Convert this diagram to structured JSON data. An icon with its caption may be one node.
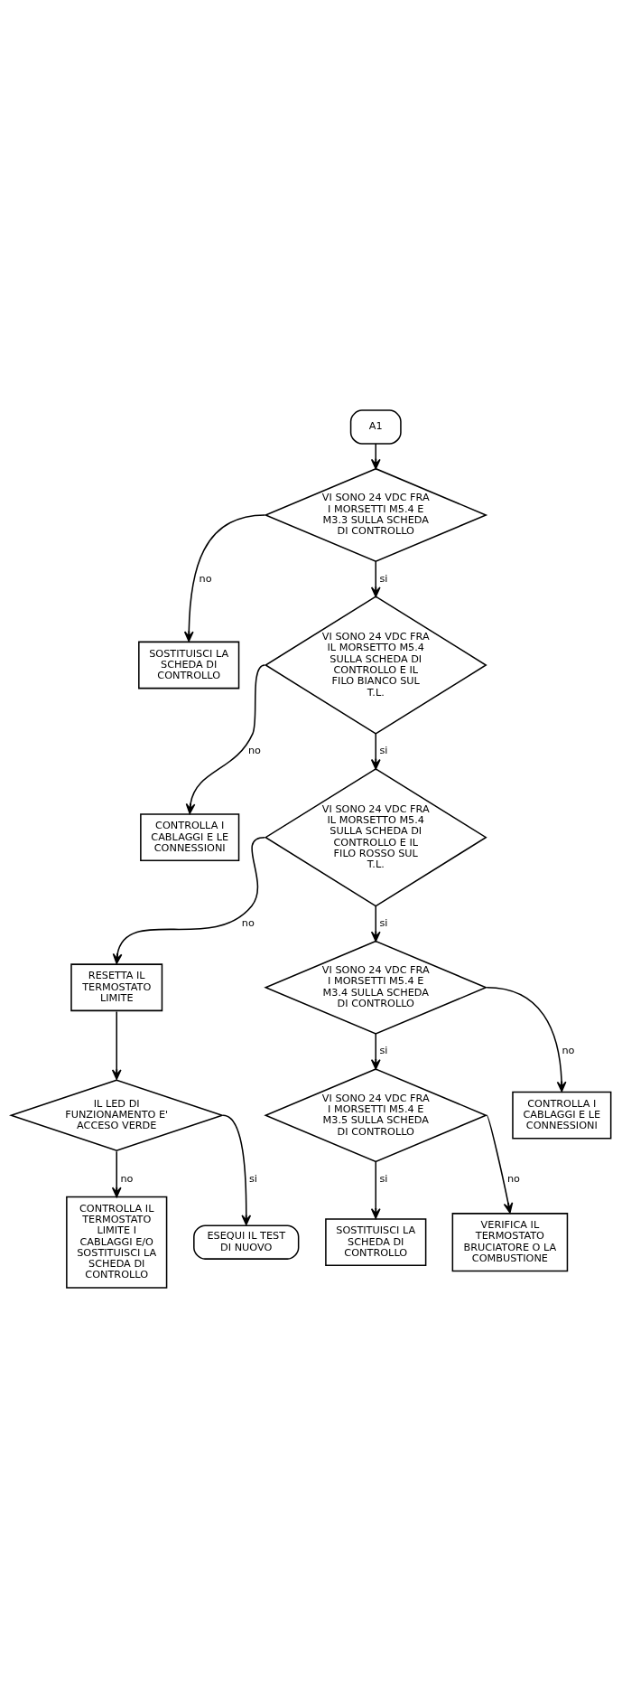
{
  "diagram": {
    "nodes": [
      {
        "text": [
          "A1"
        ]
      },
      {
        "text": [
          "VI SONO 24 VDC FRA I MORSETTI M5.4 E M3.3 SULLA SCHEDA DI CONTROLLO"
        ]
      },
      {
        "text": [
          "SOSTITUISCI LA SCHEDA DI CONTROLLO"
        ]
      },
      {
        "text": [
          "VI SONO 24 VDC FRA IL MORSETTO M5.4 SULLA SCHEDA DI CONTROLLO E IL FILO BIANCO SUL T.L."
        ]
      },
      {
        "text": [
          "CONTROLLA I CABLAGGI E LE CONNESSIONI"
        ]
      },
      {
        "text": [
          "VI SONO 24 VDC FRA IL MORSETTO M5.4 SULLA SCHEDA DI CONTROLLO E IL FILO ROSSO SUL T.L."
        ]
      },
      {
        "text": [
          "VI SONO 24 VDC FRA I MORSETTI M5.4 E M3.4 SULLA SCHEDA DI CONTROLLO"
        ]
      },
      {
        "text": [
          "CONTROLLA I CABLAGGI E LE CONNESSIONI"
        ]
      },
      {
        "text": [
          "RESETTA IL TERMOSTATO LIMITE"
        ]
      },
      {
        "text": [
          "VI SONO 24 VDC FRA I MORSETTI M5.4 E M3.5 SULLA SCHEDA DI CONTROLLO"
        ]
      },
      {
        "text": [
          "VERIFICA IL TERMOSTATO BRUCIATORE O LA COMBUSTIONE"
        ]
      },
      {
        "text": [
          "SOSTITUISCI LA SCHEDA DI CONTROLLO"
        ]
      },
      {
        "text": [
          "IL LED DI FUNZIONAMENTO E' ACCESO VERDE"
        ]
      },
      {
        "text": [
          "ESEQUI IL TEST DI NUOVO"
        ]
      },
      {
        "text": [
          "CONTROLLA IL TERMOSTATO LIMITE I CABLAGGI E/O SOSTITUISCI LA SCHEDA DI CONTROLLO"
        ]
      }
    ],
    "edges": [
      {
        "from": 0,
        "to": 1,
        "arrow": "to"
      },
      {
        "from": 1,
        "to": 2,
        "label": "no",
        "arrow": "to"
      },
      {
        "from": 1,
        "to": 3,
        "label": "si",
        "arrow": "to"
      },
      {
        "from": 3,
        "to": 4,
        "label": "no",
        "arrow": "to"
      },
      {
        "from": 3,
        "to": 5,
        "label": "si",
        "arrow": "to"
      },
      {
        "from": 5,
        "to": 8,
        "label": "no",
        "arrow": "to"
      },
      {
        "from": 5,
        "to": 6,
        "label": "si",
        "arrow": "to"
      },
      {
        "from": 6,
        "to": 7,
        "label": "no",
        "arrow": "to"
      },
      {
        "from": 6,
        "to": 9,
        "label": "si",
        "arrow": "to"
      },
      {
        "from": 9,
        "to": 10,
        "label": "no",
        "arrow": "to"
      },
      {
        "from": 9,
        "to": 11,
        "label": "si",
        "arrow": "to"
      },
      {
        "from": 8,
        "to": 12,
        "arrow": "to"
      },
      {
        "from": 12,
        "to": 13,
        "label": "si",
        "arrow": "to"
      },
      {
        "from": 12,
        "to": 14,
        "label": "no",
        "arrow": "to"
      }
    ]
  }
}
